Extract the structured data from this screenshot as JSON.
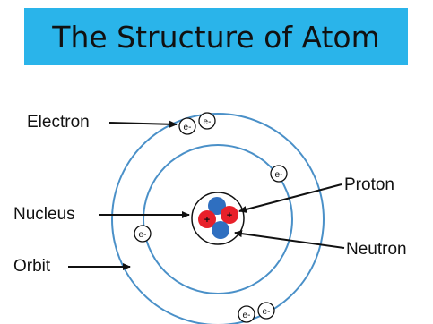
{
  "title": "The Structure of Atom",
  "labels": {
    "electron": "Electron",
    "nucleus": "Nucleus",
    "orbit": "Orbit",
    "proton": "Proton",
    "neutron": "Neutron"
  },
  "electron_symbol": "e-",
  "proton_symbol": "+",
  "colors": {
    "title_bg": "#2ab4ea",
    "orbit": "#4a90c8",
    "proton": "#e8202a",
    "neutron": "#2f6fc0",
    "arrow": "#111111"
  }
}
